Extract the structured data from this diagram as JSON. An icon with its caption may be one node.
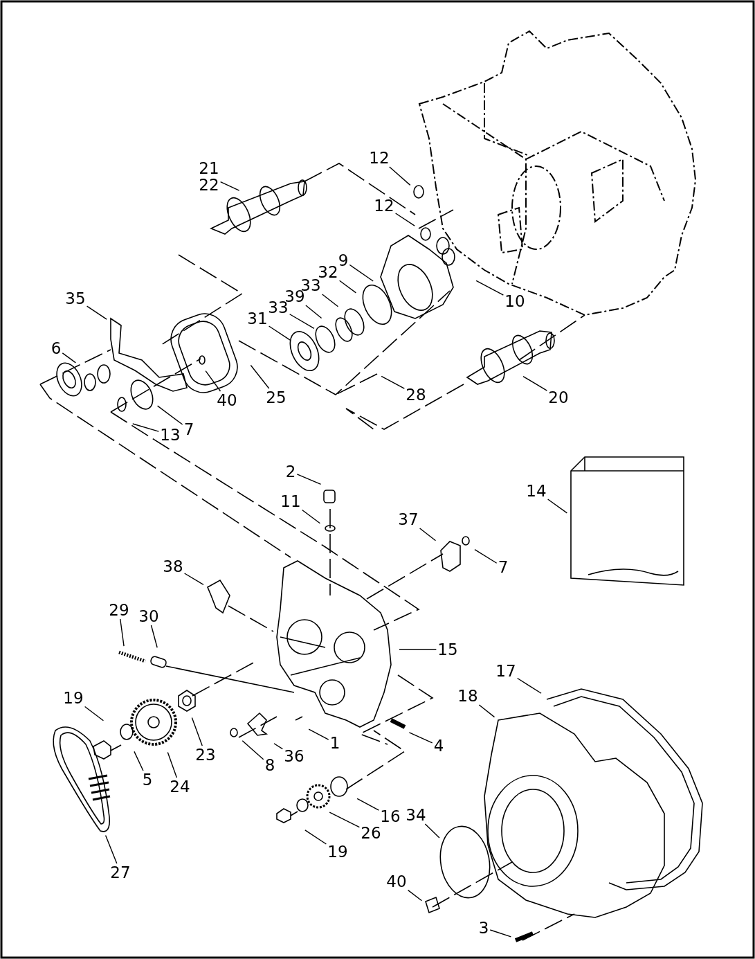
{
  "diagram": {
    "nodes": [
      {
        "text": [
          "21",
          "22"
        ]
      },
      {
        "text": [
          "12"
        ]
      },
      {
        "text": [
          "12"
        ]
      },
      {
        "text": [
          "9"
        ]
      },
      {
        "text": [
          "32"
        ]
      },
      {
        "text": [
          "33"
        ]
      },
      {
        "text": [
          "39"
        ]
      },
      {
        "text": [
          "33"
        ]
      },
      {
        "text": [
          "31"
        ]
      },
      {
        "text": [
          "10"
        ]
      },
      {
        "text": [
          "35"
        ]
      },
      {
        "text": [
          "6"
        ]
      },
      {
        "text": [
          "40"
        ]
      },
      {
        "text": [
          "25"
        ]
      },
      {
        "text": [
          "28"
        ]
      },
      {
        "text": [
          "20"
        ]
      },
      {
        "text": [
          "13"
        ]
      },
      {
        "text": [
          "7"
        ]
      },
      {
        "text": [
          "2"
        ]
      },
      {
        "text": [
          "11"
        ]
      },
      {
        "text": [
          "37"
        ]
      },
      {
        "text": [
          "7"
        ]
      },
      {
        "text": [
          "14"
        ]
      },
      {
        "text": [
          "38"
        ]
      },
      {
        "text": [
          "29"
        ]
      },
      {
        "text": [
          "30"
        ]
      },
      {
        "text": [
          "15"
        ]
      },
      {
        "text": [
          "17"
        ]
      },
      {
        "text": [
          "18"
        ]
      },
      {
        "text": [
          "19"
        ]
      },
      {
        "text": [
          "23"
        ]
      },
      {
        "text": [
          "1"
        ]
      },
      {
        "text": [
          "4"
        ]
      },
      {
        "text": [
          "36"
        ]
      },
      {
        "text": [
          "8"
        ]
      },
      {
        "text": [
          "5"
        ]
      },
      {
        "text": [
          "24"
        ]
      },
      {
        "text": [
          "16"
        ]
      },
      {
        "text": [
          "34"
        ]
      },
      {
        "text": [
          "26"
        ]
      },
      {
        "text": [
          "19"
        ]
      },
      {
        "text": [
          "27"
        ]
      },
      {
        "text": [
          "40"
        ]
      },
      {
        "text": [
          "3"
        ]
      }
    ],
    "edges": [
      {
        "from": 0,
        "to": null,
        "arrow": "none"
      },
      {
        "from": 1,
        "to": null,
        "arrow": "none"
      },
      {
        "from": 2,
        "to": null,
        "arrow": "none"
      },
      {
        "from": 3,
        "to": null,
        "arrow": "none"
      },
      {
        "from": 4,
        "to": null,
        "arrow": "none"
      },
      {
        "from": 5,
        "to": null,
        "arrow": "none"
      },
      {
        "from": 6,
        "to": null,
        "arrow": "none"
      },
      {
        "from": 7,
        "to": null,
        "arrow": "none"
      },
      {
        "from": 8,
        "to": null,
        "arrow": "none"
      },
      {
        "from": 9,
        "to": null,
        "arrow": "none"
      },
      {
        "from": 10,
        "to": null,
        "arrow": "none"
      },
      {
        "from": 11,
        "to": null,
        "arrow": "none"
      },
      {
        "from": 12,
        "to": null,
        "arrow": "none"
      },
      {
        "from": 13,
        "to": null,
        "arrow": "none"
      },
      {
        "from": 14,
        "to": null,
        "arrow": "none"
      },
      {
        "from": 15,
        "to": null,
        "arrow": "none"
      },
      {
        "from": 16,
        "to": null,
        "arrow": "none"
      },
      {
        "from": 17,
        "to": null,
        "arrow": "none"
      },
      {
        "from": 18,
        "to": null,
        "arrow": "none"
      },
      {
        "from": 19,
        "to": null,
        "arrow": "none"
      },
      {
        "from": 20,
        "to": null,
        "arrow": "none"
      },
      {
        "from": 21,
        "to": null,
        "arrow": "none"
      },
      {
        "from": 22,
        "to": null,
        "arrow": "none"
      },
      {
        "from": 23,
        "to": null,
        "arrow": "none"
      },
      {
        "from": 24,
        "to": null,
        "arrow": "none"
      },
      {
        "from": 25,
        "to": null,
        "arrow": "none"
      },
      {
        "from": 26,
        "to": null,
        "arrow": "none"
      },
      {
        "from": 27,
        "to": null,
        "arrow": "none"
      },
      {
        "from": 28,
        "to": null,
        "arrow": "none"
      },
      {
        "from": 29,
        "to": null,
        "arrow": "none"
      },
      {
        "from": 30,
        "to": null,
        "arrow": "none"
      },
      {
        "from": 31,
        "to": null,
        "arrow": "none"
      },
      {
        "from": 32,
        "to": null,
        "arrow": "none"
      },
      {
        "from": 33,
        "to": null,
        "arrow": "none"
      },
      {
        "from": 34,
        "to": null,
        "arrow": "none"
      },
      {
        "from": 35,
        "to": null,
        "arrow": "none"
      },
      {
        "from": 36,
        "to": null,
        "arrow": "none"
      },
      {
        "from": 37,
        "to": null,
        "arrow": "none"
      },
      {
        "from": 38,
        "to": null,
        "arrow": "none"
      },
      {
        "from": 39,
        "to": null,
        "arrow": "none"
      },
      {
        "from": 40,
        "to": null,
        "arrow": "none"
      },
      {
        "from": 41,
        "to": null,
        "arrow": "none"
      },
      {
        "from": 42,
        "to": null,
        "arrow": "none"
      },
      {
        "from": 43,
        "to": null,
        "arrow": "none"
      }
    ]
  }
}
